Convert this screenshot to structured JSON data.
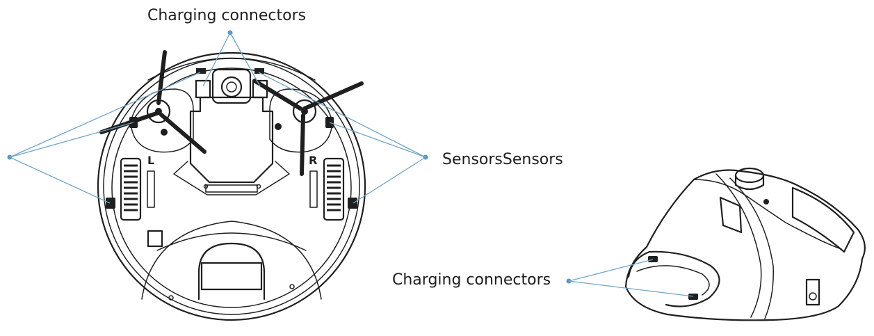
{
  "labels": {
    "top_charging": "Charging connectors",
    "sensors": "SensorsSensors",
    "bottom_charging": "Charging connectors"
  },
  "robot_markings": {
    "left": "L",
    "right": "R"
  },
  "colors": {
    "callout_line": "#6fa6c8",
    "callout_dot": "#5b98c0",
    "drawing": "#1f1f1f"
  }
}
